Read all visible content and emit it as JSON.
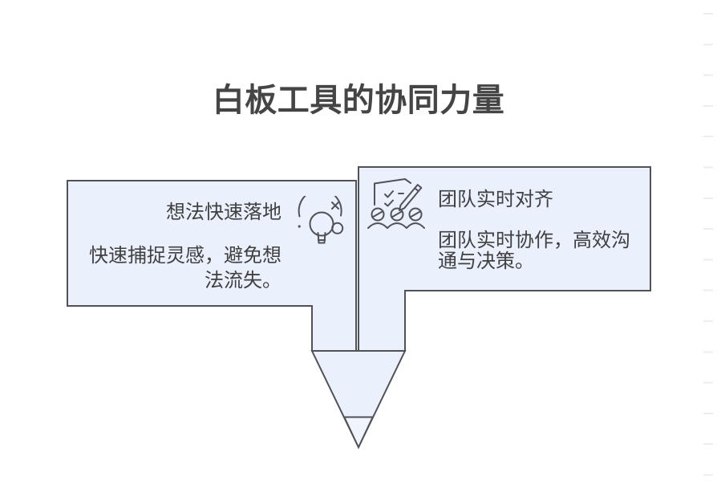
{
  "page": {
    "title": "白板工具的协同力量"
  },
  "colors": {
    "background": "#ffffff",
    "box_fill": "#eaf0fc",
    "box_stroke": "#515257",
    "tip_fill": "#f0f5fd",
    "heading_text": "#454545",
    "body_text": "#404040",
    "ruler_tick": "#ededed"
  },
  "cards": [
    {
      "icon": "lightbulb-cycle-icon",
      "title": "想法快速落地",
      "body": "快速捕捉灵感，避免想法流失。"
    },
    {
      "icon": "checklist-team-icon",
      "title": "团队实时对齐",
      "body": "团队实时协作，高效沟通与决策。"
    }
  ]
}
